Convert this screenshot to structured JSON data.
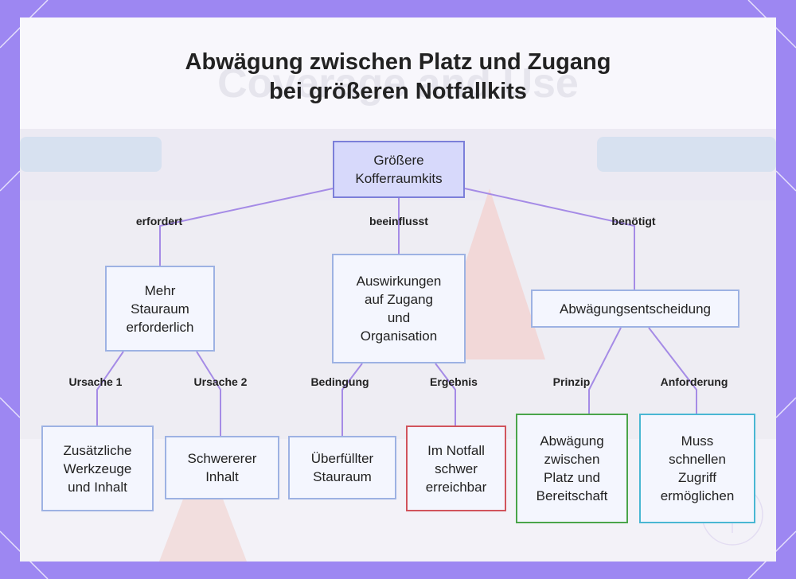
{
  "title": {
    "line1": "Abwägung zwischen Platz und Zugang",
    "line2": "bei größeren Notfallkits"
  },
  "background_text": {
    "line": "Coverage and Use"
  },
  "colors": {
    "frame": "#9d87f2",
    "panel": "#f8f7fc",
    "connector": "#a58be6",
    "root_fill": "#d7d9fb",
    "root_border": "#7c7fd9",
    "node_border": "#9db2e3",
    "red_border": "#d1545c",
    "green_border": "#4aa54a",
    "cyan_border": "#49b7d3"
  },
  "nodes": {
    "root": [
      "Größere",
      "Kofferraumkits"
    ],
    "storage": [
      "Mehr",
      "Stauraum",
      "erforderlich"
    ],
    "impact": [
      "Auswirkungen",
      "auf Zugang",
      "und",
      "Organisation"
    ],
    "decision": [
      "Abwägungsentscheidung"
    ],
    "tools": [
      "Zusätzliche",
      "Werkzeuge",
      "und Inhalt"
    ],
    "heavier": [
      "Schwererer",
      "Inhalt"
    ],
    "overfull": [
      "Überfüllter",
      "Stauraum"
    ],
    "hard_reach": [
      "Im Notfall",
      "schwer",
      "erreichbar"
    ],
    "balance": [
      "Abwägung",
      "zwischen",
      "Platz und",
      "Bereitschaft"
    ],
    "quick_access": [
      "Muss",
      "schnellen",
      "Zugriff",
      "ermöglichen"
    ]
  },
  "edges": {
    "requires": "erfordert",
    "influences": "beeinflusst",
    "needs": "benötigt",
    "cause1": "Ursache 1",
    "cause2": "Ursache 2",
    "condition": "Bedingung",
    "result": "Ergebnis",
    "principle": "Prinzip",
    "requirement": "Anforderung"
  }
}
